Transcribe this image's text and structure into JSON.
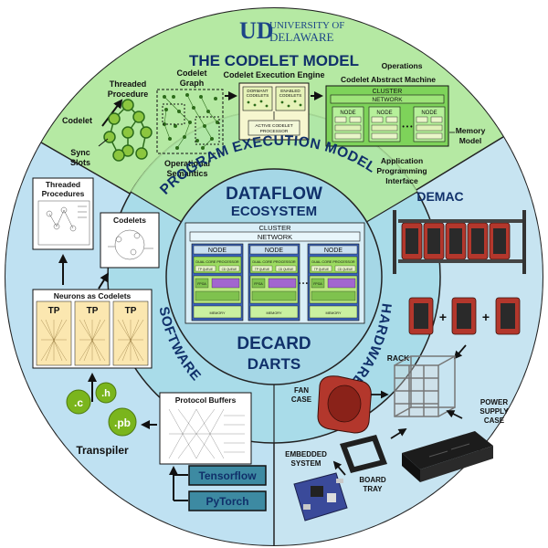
{
  "logo": {
    "line1": "UNIVERSITY OF",
    "line2": "DELAWARE",
    "mark": "UD"
  },
  "top_quadrant": {
    "title": "THE CODELET MODEL",
    "band_label": "PROGRAM EXECUTION MODEL",
    "labels": {
      "threaded_procedure": [
        "Threaded",
        "Procedure"
      ],
      "codelet": "Codelet",
      "sync_slots": [
        "Sync",
        "Slots"
      ],
      "codelet_graph": [
        "Codelet",
        "Graph"
      ],
      "operational_semantics": [
        "Operational",
        "Semantics"
      ],
      "execution_engine": "Codelet Execution Engine",
      "dormant": [
        "DORMANT",
        "CODELETS"
      ],
      "enabled": [
        "ENABLED",
        "CODELETS"
      ],
      "active": [
        "ACTIVE CODELET",
        "PROCESSOR"
      ],
      "operations": "Operations",
      "abstract_machine": "Codelet Abstract Machine",
      "cluster": "CLUSTER",
      "network": "NETWORK",
      "node": "NODE",
      "memory": "MEMORY",
      "memory_model": [
        "Memory",
        "Model"
      ],
      "api": [
        "Application",
        "Programming",
        "Interface"
      ],
      "dots": "• • •"
    }
  },
  "center": {
    "title": "DATAFLOW",
    "subtitle": "ECOSYSTEM",
    "cluster": "CLUSTER",
    "network": "NETWORK",
    "node": "NODE",
    "dual_core": "DUAL CORE PROCESSOR",
    "tp_queue": "TP QUEUE",
    "cd_queue": "CD QUEUE",
    "fpga": "FPGA",
    "memory": "MEMORY",
    "dots": "• • •",
    "bottom1": "DECARD",
    "bottom2": "DARTS"
  },
  "software": {
    "label": "SOFTWARE",
    "threaded_procedures": [
      "Threaded",
      "Procedures"
    ],
    "codelets": "Codelets",
    "neurons": "Neurons as Codelets",
    "tp": "TP",
    "protocol_buffers": "Protocol Buffers",
    "transpiler": "Transpiler",
    "ext_c": ".c",
    "ext_h": ".h",
    "ext_pb": ".pb",
    "tensorflow": "Tensorflow",
    "pytorch": "PyTorch"
  },
  "hardware": {
    "label": "HARDWARE",
    "demac": "DEMAC",
    "rack": "RACK",
    "fan_case": [
      "FAN",
      "CASE"
    ],
    "power_supply_case": [
      "POWER",
      "SUPPLY",
      "CASE"
    ],
    "embedded_system": [
      "EMBEDDED",
      "SYSTEM"
    ],
    "board_tray": [
      "BOARD",
      "TRAY"
    ],
    "plus": "+"
  },
  "colors": {
    "top": "#b5e9a3",
    "left": "#bfe1f2",
    "right": "#c7e4f1",
    "ring": "#a9dce9",
    "center": "#a5d7e6",
    "navy": "#10306a",
    "red": "#b3372c",
    "btn": "#3d8aa2"
  }
}
